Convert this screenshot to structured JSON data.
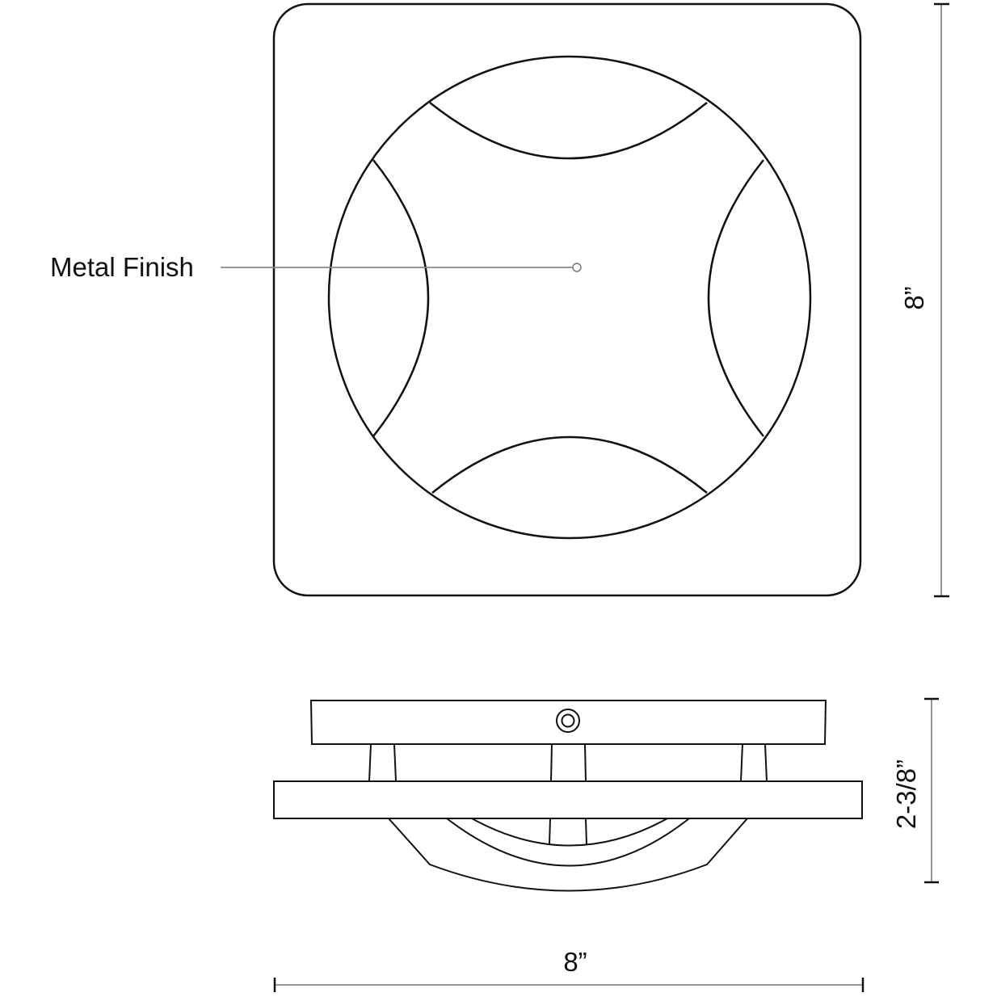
{
  "drawing": {
    "type": "product dimension drawing",
    "views": [
      "top view",
      "side view"
    ]
  },
  "callouts": [
    {
      "label": "Metal Finish",
      "target": "center of top view"
    }
  ],
  "dimensions": {
    "height": {
      "label": "8”",
      "orientation": "vertical",
      "applies_to": "top view"
    },
    "depth": {
      "label": "2-3/8”",
      "orientation": "vertical",
      "applies_to": "side view"
    },
    "width": {
      "label": "8”",
      "orientation": "horizontal",
      "applies_to": "side view"
    }
  },
  "colors": {
    "line": "#111111",
    "dimension_line": "#888888",
    "background": "#ffffff"
  }
}
